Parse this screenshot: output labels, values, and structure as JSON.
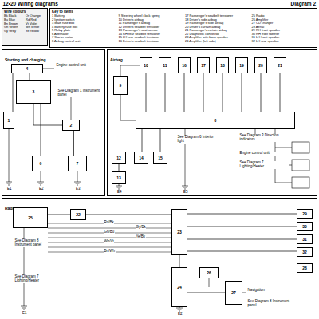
{
  "diagram": {
    "title": "Diagram 2",
    "nodes": [
      {
        "text": [
          "Starting and charging"
        ]
      },
      {
        "text": [
          "Airbag"
        ]
      },
      {
        "text": [
          "Radio with CD player"
        ]
      },
      {
        "text": [
          "Wire colours",
          "Bk Black",
          "Or Orange",
          "Bu Blue",
          "Rd Red",
          "Bn Brown",
          "Vt Violet",
          "Gn Green",
          "Wh White",
          "Gy Grey",
          "Ye Yellow"
        ]
      },
      {
        "text": [
          "Key to items",
          "1 Battery",
          "2 Ignition switch",
          "3 Main fuse box",
          "4 Battery fuse box",
          "5 Relay plate",
          "6 Alternator",
          "7 Starter motor",
          "8 Airbag control unit",
          "9 Steering wheel clock spring",
          "10 Driver's airbag",
          "11 Passenger's airbag",
          "12 Driver's seatbelt tensioner",
          "13 Passenger's seat sensor",
          "14 RH rear seatbelt tensioner",
          "15 LH rear seatbelt tensioner",
          "16 Driver's seatbelt tensioner",
          "17 Passenger's seatbelt tensioner",
          "18 Driver's side airbag",
          "19 Passenger's side airbag",
          "20 Driver's curtain airbag",
          "21 Passenger's curtain airbag",
          "22 Diagnostic connector",
          "23 Amplifier with bass speaker",
          "24 Amplifier (left side)",
          "25 Radio",
          "26 Amplifier",
          "27 CD changer",
          "28 Aerial",
          "29 RH front speaker",
          "30 RH front tweeter",
          "31 LH front speaker",
          "32 LH rear speaker"
        ]
      },
      {
        "text": [
          "4"
        ],
        "in": 0
      },
      {
        "text": [
          "3"
        ],
        "in": 0
      },
      {
        "text": [
          "2"
        ],
        "in": 0
      },
      {
        "text": [
          "1"
        ],
        "in": 0
      },
      {
        "text": [
          "6"
        ],
        "in": 0
      },
      {
        "text": [
          "7"
        ],
        "in": 0
      },
      {
        "text": [
          "9"
        ],
        "in": 1
      },
      {
        "text": [
          "8"
        ],
        "in": 1
      },
      {
        "text": [
          "10"
        ],
        "in": 1
      },
      {
        "text": [
          "11"
        ],
        "in": 1
      },
      {
        "text": [
          "16"
        ],
        "in": 1
      },
      {
        "text": [
          "17"
        ],
        "in": 1
      },
      {
        "text": [
          "18"
        ],
        "in": 1
      },
      {
        "text": [
          "19"
        ],
        "in": 1
      },
      {
        "text": [
          "20"
        ],
        "in": 1
      },
      {
        "text": [
          "21"
        ],
        "in": 1
      },
      {
        "text": [
          "12"
        ],
        "in": 1
      },
      {
        "text": [
          "13"
        ],
        "in": 1
      },
      {
        "text": [
          "14"
        ],
        "in": 1
      },
      {
        "text": [
          "15"
        ],
        "in": 1
      },
      {
        "text": [
          "25"
        ],
        "in": 2
      },
      {
        "text": [
          "22"
        ],
        "in": 2
      },
      {
        "text": [
          "23"
        ],
        "in": 2
      },
      {
        "text": [
          "26"
        ],
        "in": 2
      },
      {
        "text": [
          "24"
        ],
        "in": 2
      },
      {
        "text": [
          "27"
        ],
        "in": 2
      },
      {
        "text": [
          "29"
        ],
        "in": 2
      },
      {
        "text": [
          "30"
        ],
        "in": 2
      },
      {
        "text": [
          "31"
        ],
        "in": 2
      },
      {
        "text": [
          "32"
        ],
        "in": 2
      },
      {
        "text": [
          "28"
        ],
        "in": 2
      }
    ],
    "edges": [
      {
        "from": 8,
        "to": 5,
        "arrow": "none"
      },
      {
        "from": 5,
        "to": 6,
        "arrow": "none"
      },
      {
        "from": 6,
        "to": 7,
        "arrow": "none"
      },
      {
        "from": 6,
        "to": 9,
        "arrow": "none"
      },
      {
        "from": 7,
        "to": 10,
        "arrow": "none"
      },
      {
        "from": 11,
        "to": 12,
        "arrow": "none"
      },
      {
        "from": 13,
        "to": 12,
        "arrow": "none"
      },
      {
        "from": 14,
        "to": 12,
        "arrow": "none"
      },
      {
        "from": 15,
        "to": 12,
        "arrow": "none"
      },
      {
        "from": 16,
        "to": 12,
        "arrow": "none"
      },
      {
        "from": 17,
        "to": 12,
        "arrow": "none"
      },
      {
        "from": 18,
        "to": 12,
        "arrow": "none"
      },
      {
        "from": 19,
        "to": 12,
        "arrow": "none"
      },
      {
        "from": 20,
        "to": 12,
        "arrow": "none"
      },
      {
        "from": 12,
        "to": 23,
        "arrow": "none"
      },
      {
        "from": 12,
        "to": 24,
        "arrow": "none"
      },
      {
        "from": 21,
        "to": 22,
        "arrow": "none"
      },
      {
        "from": 25,
        "to": 26,
        "arrow": "none"
      },
      {
        "from": 26,
        "to": 27,
        "arrow": "none"
      },
      {
        "from": 27,
        "to": 31,
        "arrow": "none"
      },
      {
        "from": 27,
        "to": 32,
        "arrow": "none"
      },
      {
        "from": 27,
        "to": 33,
        "arrow": "none"
      },
      {
        "from": 27,
        "to": 34,
        "arrow": "none"
      },
      {
        "from": 27,
        "to": 29,
        "arrow": "none"
      },
      {
        "from": 29,
        "to": 30,
        "arrow": "none"
      },
      {
        "from": 28,
        "to": 35,
        "arrow": "none"
      }
    ],
    "labels": [
      "12•20 Wiring diagrams",
      "Engine control unit",
      "See Diagram 1 Instrument panel",
      "E1",
      "E2",
      "E3",
      "See Diagram 6 Interior light",
      "See Diagram 3 Direction indicators",
      "Engine control unit",
      "See Diagram 7 Lighting/Heater",
      "E4",
      "E5",
      "See Diagram 8 Instrument panel",
      "See Diagram 7 Lighting/Heater",
      "Navigation",
      "See Diagram 8 Instrument panel",
      "E1",
      "E2",
      "Rd/Bk",
      "Gn/Bu",
      "Wh/Vt",
      "Bn/Wh",
      "Gy/Bk",
      "Ye/Bk"
    ]
  }
}
